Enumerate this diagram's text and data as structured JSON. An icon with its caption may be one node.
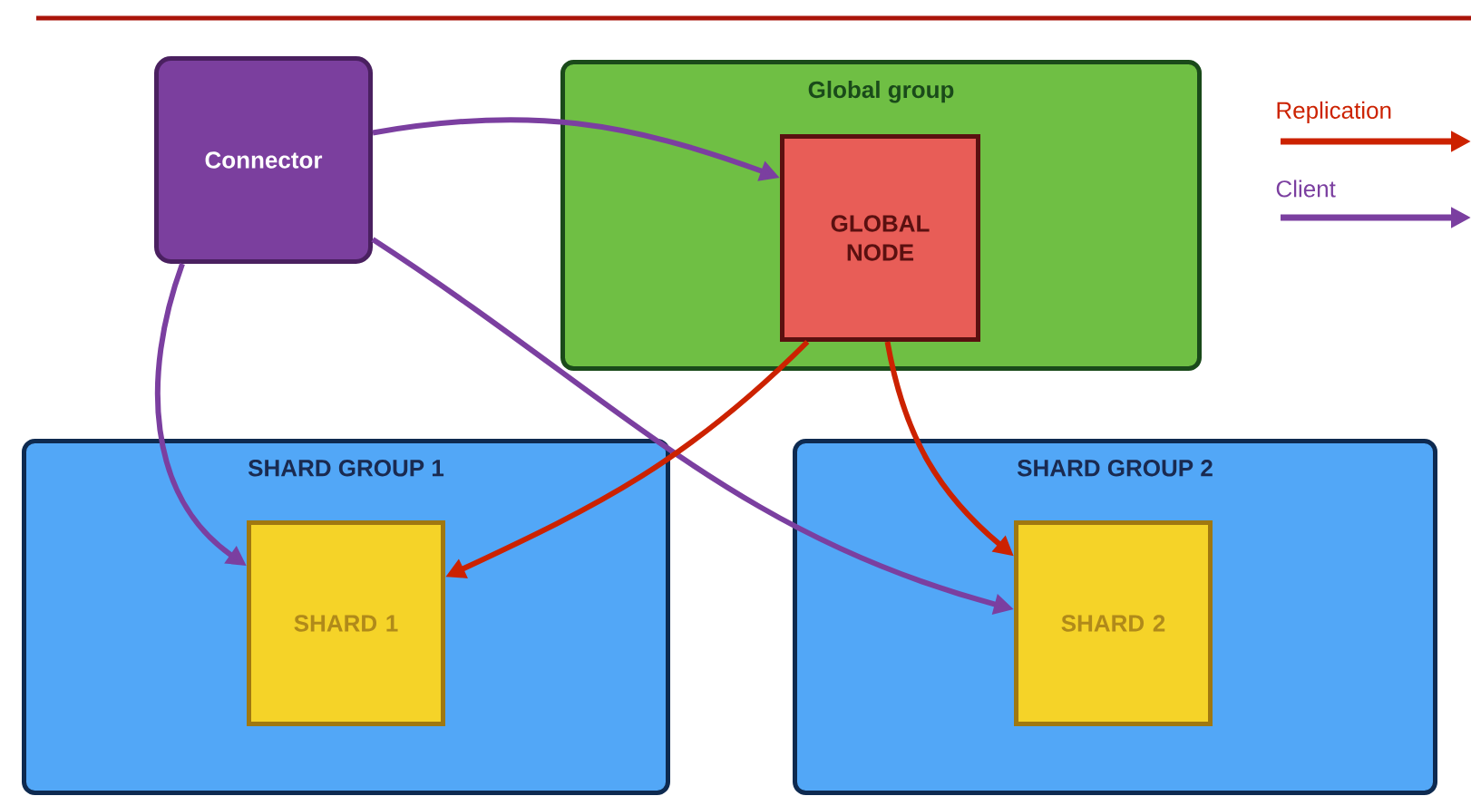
{
  "diagram": {
    "nodes": [
      {
        "text": [
          "Connector"
        ]
      },
      {
        "text": [
          "Global group"
        ]
      },
      {
        "text": [
          "GLOBAL NODE"
        ],
        "in": 1
      },
      {
        "text": [
          "SHARD GROUP 1"
        ]
      },
      {
        "text": [
          "SHARD 1"
        ],
        "in": 3
      },
      {
        "text": [
          "SHARD GROUP 2"
        ]
      },
      {
        "text": [
          "SHARD 2"
        ],
        "in": 5
      }
    ],
    "edges": [
      {
        "from": 0,
        "to": 2,
        "arrow": "to"
      },
      {
        "from": 0,
        "to": 4,
        "arrow": "to"
      },
      {
        "from": 0,
        "to": 6,
        "arrow": "to"
      },
      {
        "from": 2,
        "to": 4,
        "arrow": "to",
        "color": "#cc2200"
      },
      {
        "from": 2,
        "to": 6,
        "arrow": "to",
        "color": "#cc2200"
      }
    ],
    "legend": [
      {
        "text": "Replication"
      },
      {
        "text": "Client"
      }
    ]
  }
}
